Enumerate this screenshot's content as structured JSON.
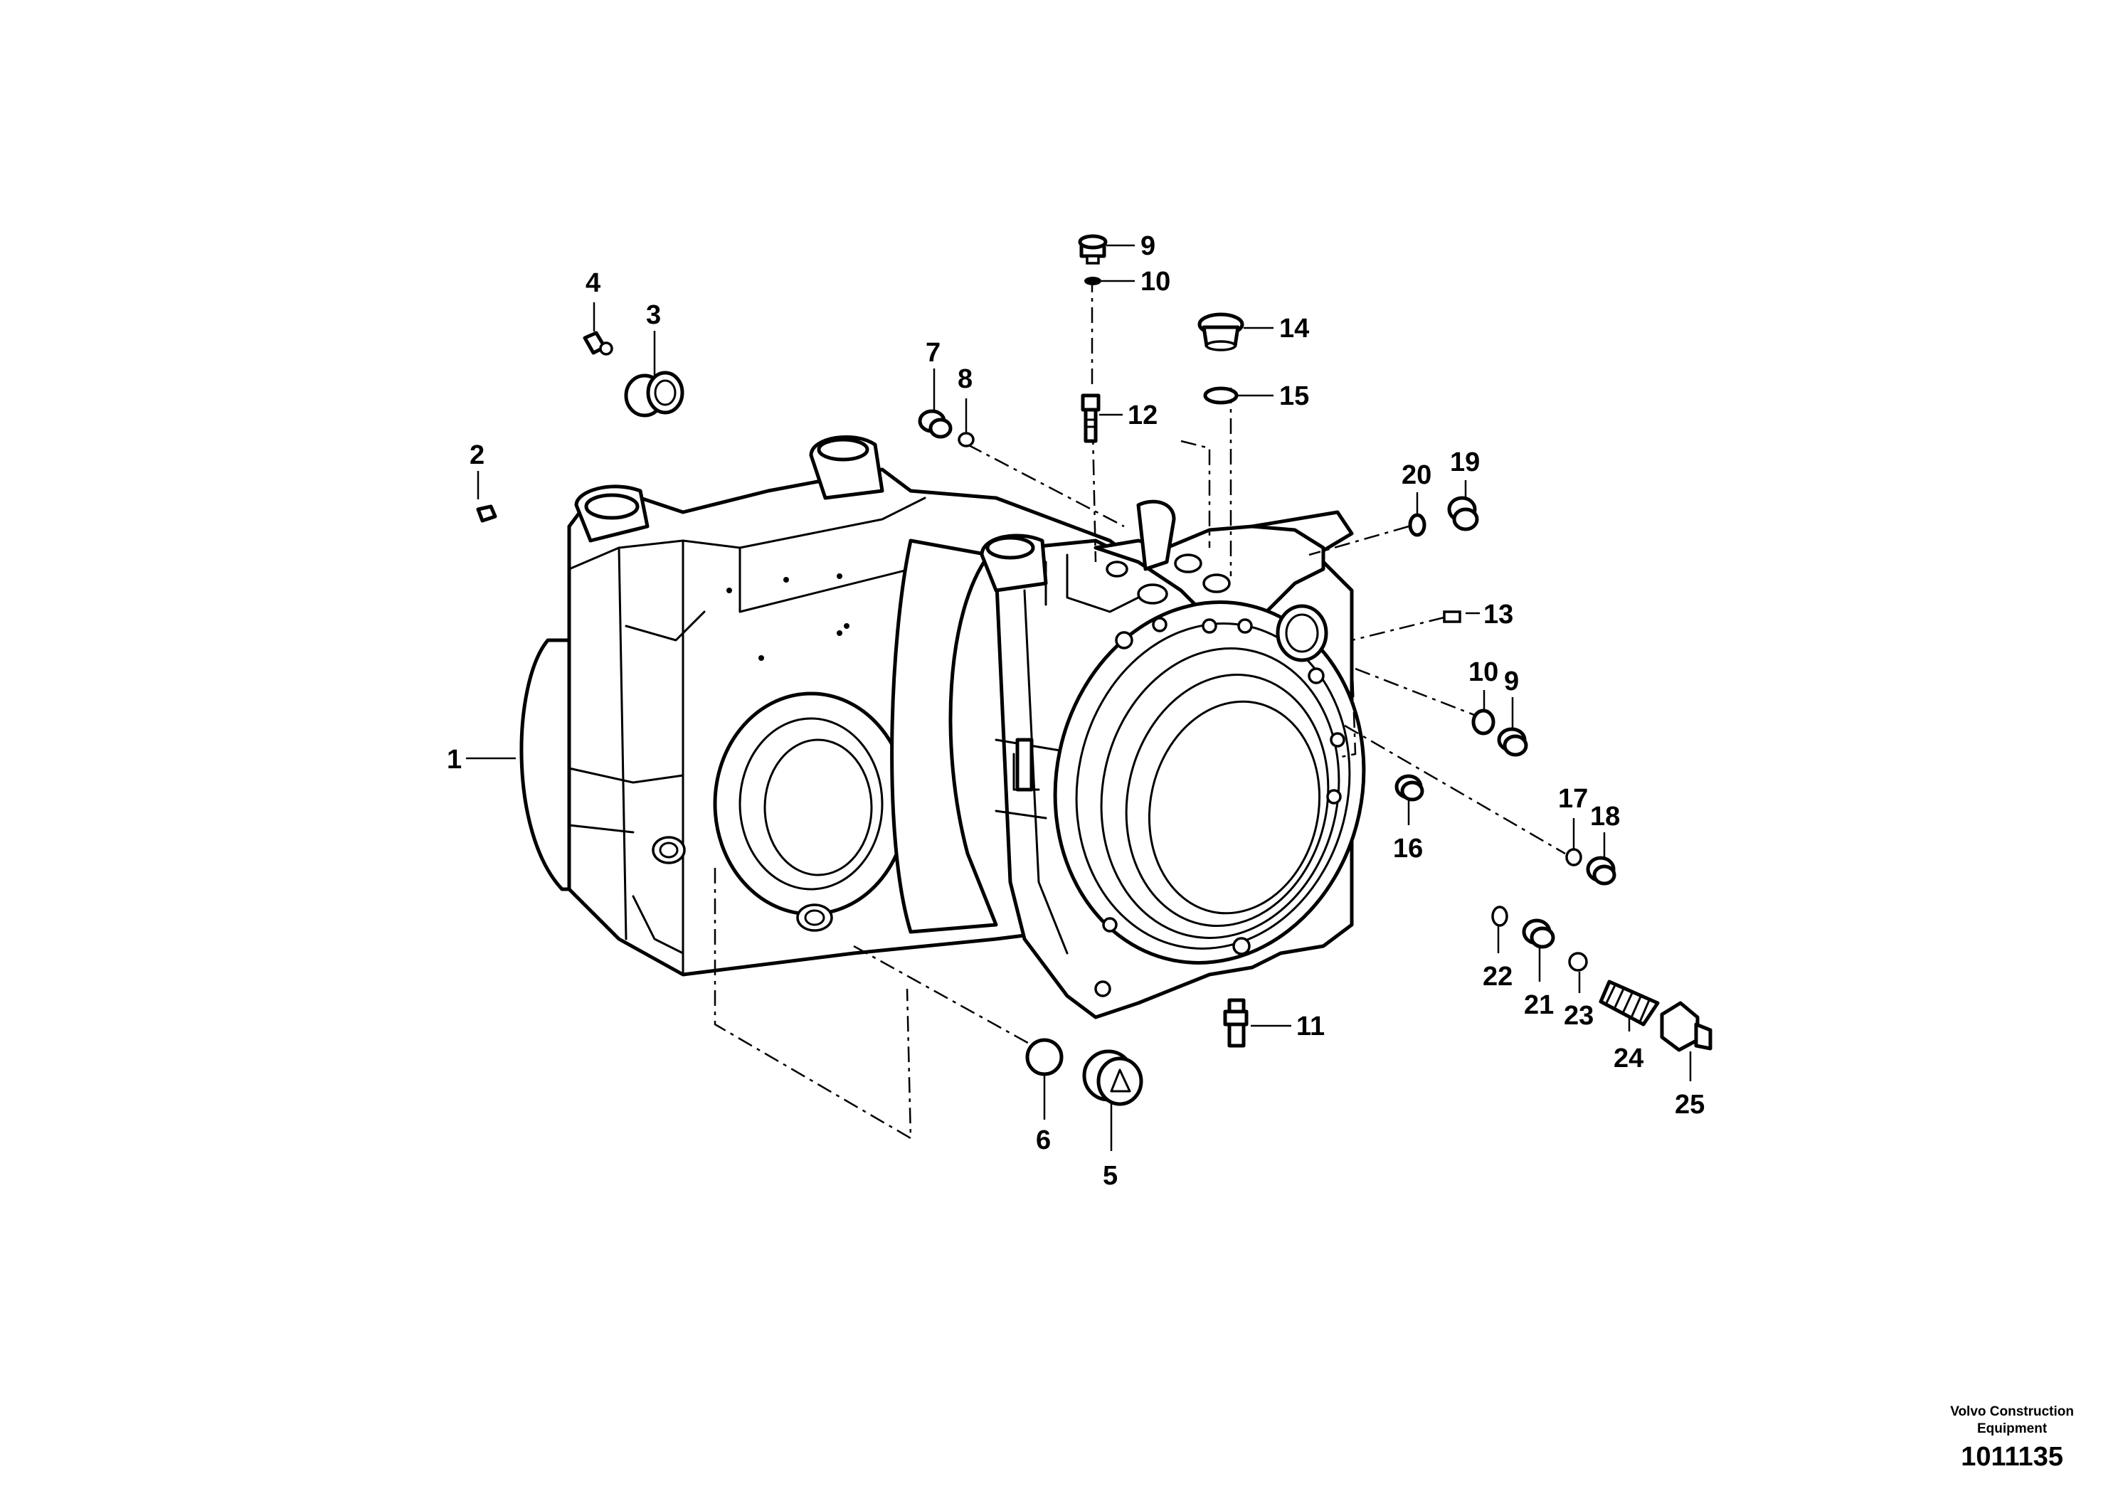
{
  "diagram": {
    "callouts": [
      {
        "id": 1,
        "label": "1"
      },
      {
        "id": 2,
        "label": "2"
      },
      {
        "id": 3,
        "label": "3"
      },
      {
        "id": 4,
        "label": "4"
      },
      {
        "id": 5,
        "label": "5"
      },
      {
        "id": 6,
        "label": "6"
      },
      {
        "id": 7,
        "label": "7"
      },
      {
        "id": 8,
        "label": "8"
      },
      {
        "id": 9,
        "label": "9"
      },
      {
        "id": 10,
        "label": "10"
      },
      {
        "id": 11,
        "label": "11"
      },
      {
        "id": 12,
        "label": "12"
      },
      {
        "id": 13,
        "label": "13"
      },
      {
        "id": 14,
        "label": "14"
      },
      {
        "id": 15,
        "label": "15"
      },
      {
        "id": 16,
        "label": "16"
      },
      {
        "id": 17,
        "label": "17"
      },
      {
        "id": 18,
        "label": "18"
      },
      {
        "id": 19,
        "label": "19"
      },
      {
        "id": 20,
        "label": "20"
      },
      {
        "id": 21,
        "label": "21"
      },
      {
        "id": 22,
        "label": "22"
      },
      {
        "id": 23,
        "label": "23"
      },
      {
        "id": 24,
        "label": "24"
      },
      {
        "id": 25,
        "label": "25"
      },
      {
        "id": 26,
        "label": "10"
      },
      {
        "id": 27,
        "label": "9"
      }
    ]
  },
  "footer": {
    "brand_line1": "Volvo Construction",
    "brand_line2": "Equipment",
    "drawing_number": "1011135"
  }
}
